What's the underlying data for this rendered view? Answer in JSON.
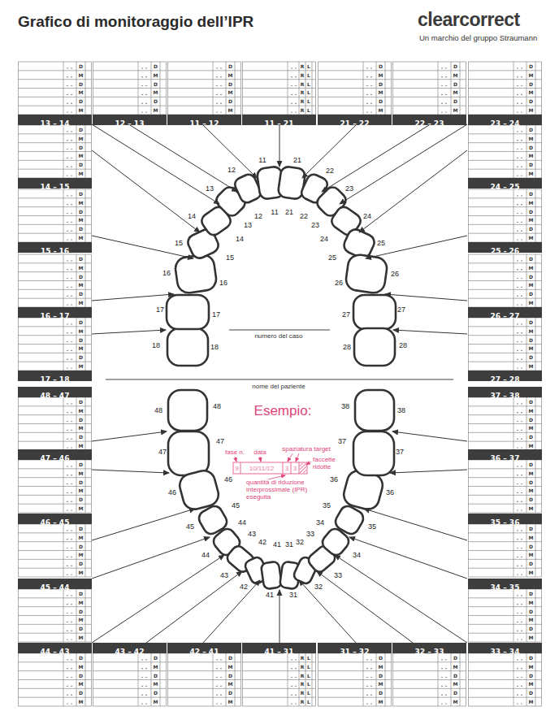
{
  "diagram": {
    "title": "Grafico di monitoraggio dell’IPR",
    "nodes": [
      {
        "text": [
          "13 – 14"
        ]
      },
      {
        "text": [
          "12 – 13"
        ]
      },
      {
        "text": [
          "11 – 12"
        ]
      },
      {
        "text": [
          "11 – 21"
        ]
      },
      {
        "text": [
          "21 – 22"
        ]
      },
      {
        "text": [
          "22 – 23"
        ]
      },
      {
        "text": [
          "23 – 24"
        ]
      },
      {
        "text": [
          "14 – 15"
        ]
      },
      {
        "text": [
          "24 – 25"
        ]
      },
      {
        "text": [
          "15 - 16"
        ]
      },
      {
        "text": [
          "25 - 26"
        ]
      },
      {
        "text": [
          "16 – 17"
        ]
      },
      {
        "text": [
          "26 – 27"
        ]
      },
      {
        "text": [
          "17 – 18"
        ]
      },
      {
        "text": [
          "27 – 28"
        ]
      },
      {
        "text": [
          "48 – 47"
        ]
      },
      {
        "text": [
          "37 – 38"
        ]
      },
      {
        "text": [
          "47 – 46"
        ]
      },
      {
        "text": [
          "36 – 37"
        ]
      },
      {
        "text": [
          "46 – 45"
        ]
      },
      {
        "text": [
          "35 – 36"
        ]
      },
      {
        "text": [
          "45 – 44"
        ]
      },
      {
        "text": [
          "34 – 35"
        ]
      },
      {
        "text": [
          "44 – 43"
        ]
      },
      {
        "text": [
          "43 – 42"
        ]
      },
      {
        "text": [
          "42 – 41"
        ]
      },
      {
        "text": [
          "41 – 31"
        ]
      },
      {
        "text": [
          "31 – 32"
        ]
      },
      {
        "text": [
          "32 – 33"
        ]
      },
      {
        "text": [
          "33 – 34"
        ]
      }
    ],
    "labels": [
      "clearcorrect",
      "Un marchio del gruppo Straumann",
      "18",
      "17",
      "16",
      "15",
      "14",
      "13",
      "12",
      "11",
      "21",
      "22",
      "23",
      "24",
      "25",
      "26",
      "27",
      "28",
      "18",
      "17",
      "16",
      "15",
      "14",
      "13",
      "12",
      "11",
      "21",
      "22",
      "23",
      "24",
      "25",
      "26",
      "27",
      "28",
      "48",
      "47",
      "46",
      "45",
      "44",
      "43",
      "42",
      "41",
      "31",
      "32",
      "33",
      "34",
      "35",
      "36",
      "37",
      "38",
      "48",
      "47",
      "46",
      "45",
      "44",
      "43",
      "42",
      "41",
      "31",
      "32",
      "33",
      "34",
      "35",
      "36",
      "37",
      "38",
      "numero del caso",
      "nome del paziente",
      "Esempio:",
      "fase n.",
      "data",
      "spaziatura target",
      "faccette ridotte",
      "quantità di riduzione interprossimale (IPR) eseguita",
      "9",
      "10/11/12",
      "3",
      "3",
      "D",
      "M",
      "D",
      "M",
      "D",
      "M",
      "D",
      "M",
      "D",
      "M",
      "D",
      "M",
      "D",
      "M",
      "D",
      "M",
      "D",
      "M",
      "R",
      "L",
      "R",
      "L",
      "R",
      "L",
      "R",
      "L",
      "R",
      "L",
      "R",
      "L",
      "D",
      "M",
      "D",
      "M",
      "D",
      "M",
      "D",
      "M",
      "D",
      "M",
      "D",
      "M",
      "D",
      "M",
      "D",
      "M",
      "D",
      "M",
      "D",
      "M",
      "D",
      "M",
      "D",
      "M",
      "D",
      "M",
      "D",
      "M",
      "D",
      "M",
      "D",
      "M",
      "D",
      "M",
      "D",
      "M",
      "D",
      "M",
      "D",
      "M",
      "D",
      "M",
      "D",
      "M",
      "D",
      "M",
      "D",
      "M",
      "D",
      "M",
      "D",
      "M",
      "D",
      "M",
      "D",
      "M",
      "D",
      "M",
      "D",
      "M",
      "D",
      "M",
      "D",
      "M",
      "D",
      "M",
      "D",
      "M",
      "D",
      "M",
      "D",
      "M",
      "D",
      "M",
      "D",
      "M",
      "D",
      "M",
      "D",
      "M",
      "D",
      "M",
      "D",
      "M",
      "D",
      "M",
      "D",
      "M",
      "D",
      "M",
      "D",
      "M",
      "D",
      "M",
      "D",
      "M",
      "D",
      "M",
      "D",
      "M",
      "D",
      "M",
      "D",
      "M",
      "D",
      "M",
      "D",
      "M",
      "D",
      "M",
      "D",
      "M",
      "D",
      "M",
      "D",
      "M",
      "D",
      "M",
      "D",
      "M",
      "D",
      "M",
      "D",
      "M",
      "D",
      "M",
      "D",
      "M",
      "D",
      "M",
      "D",
      "M",
      "R",
      "L",
      "R",
      "L",
      "R",
      "L",
      "R",
      "L",
      "R",
      "L",
      "R",
      "L",
      "D",
      "M",
      "D",
      "M",
      "D",
      "M",
      "D",
      "M",
      "D",
      "M",
      "D",
      "M",
      "D",
      "M",
      "D",
      "M",
      "D",
      "M"
    ]
  }
}
